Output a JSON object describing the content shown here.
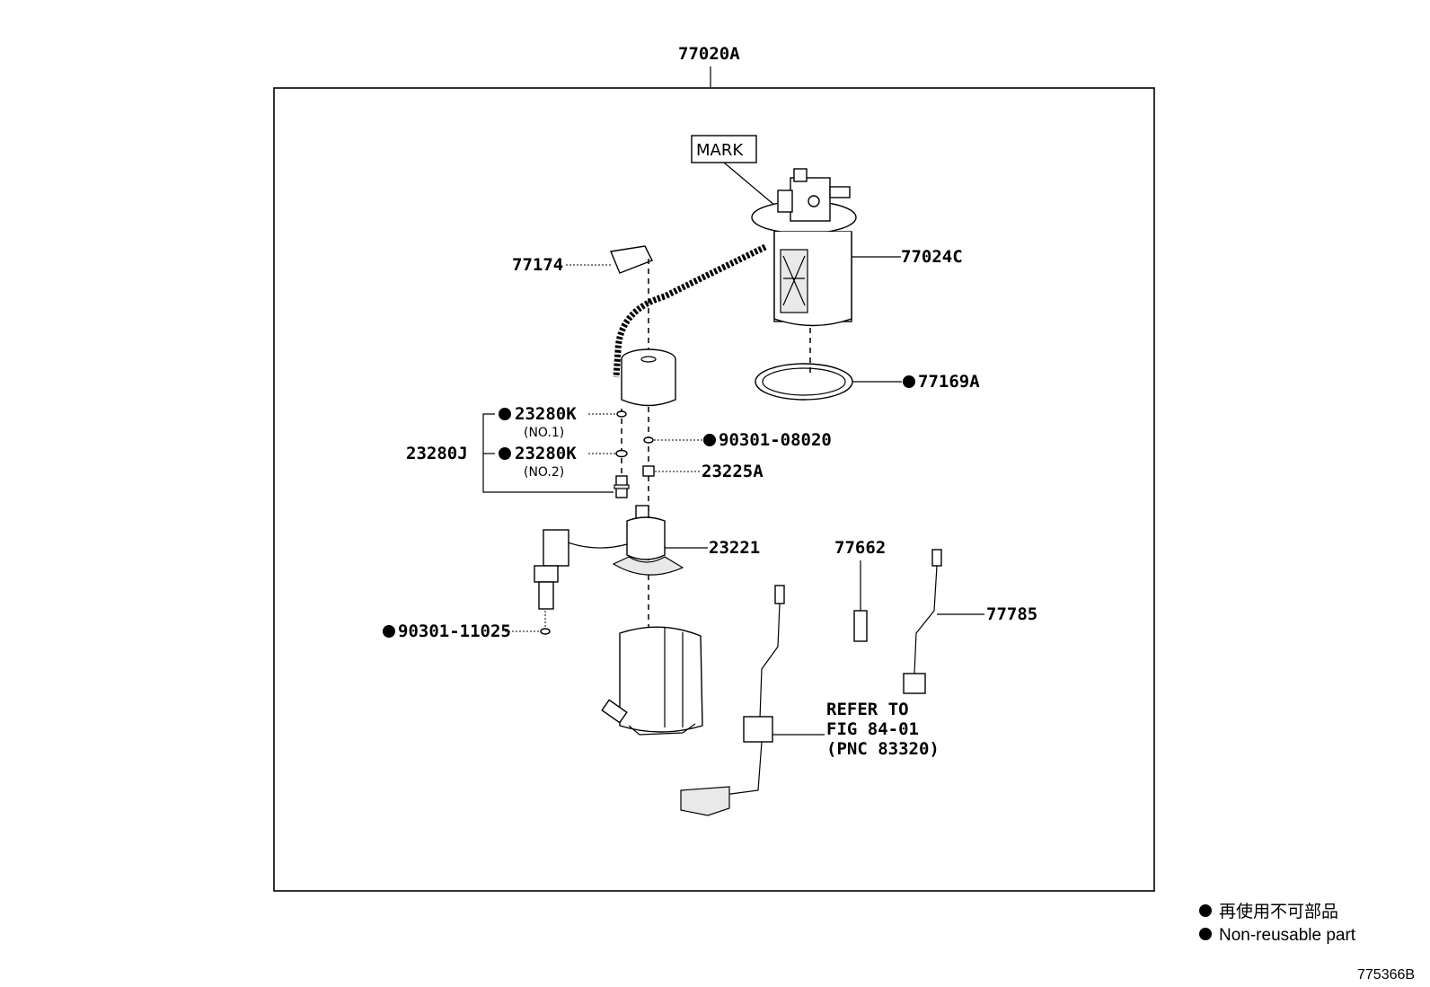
{
  "diagram": {
    "assembly_label": "77020A",
    "mark_label": "MARK",
    "parts": {
      "p77174": "77174",
      "p77024c": "77024C",
      "p77169a": "77169A",
      "p23280k_1": "23280K",
      "p23280k_1_sub": "(NO.1)",
      "p23280j": "23280J",
      "p23280k_2": "23280K",
      "p23280k_2_sub": "(NO.2)",
      "p90301_08020": "90301-08020",
      "p23225a": "23225A",
      "p23221": "23221",
      "p77662": "77662",
      "p77785": "77785",
      "p90301_11025": "90301-11025"
    },
    "refer": {
      "line1": "REFER TO",
      "line2": "FIG 84-01",
      "line3": "(PNC 83320)"
    },
    "non_reusable_marker_color": "#000000"
  },
  "legend": {
    "line_jp": "再使用不可部品",
    "line_en": "Non-reusable part"
  },
  "figure_code": "775366B"
}
